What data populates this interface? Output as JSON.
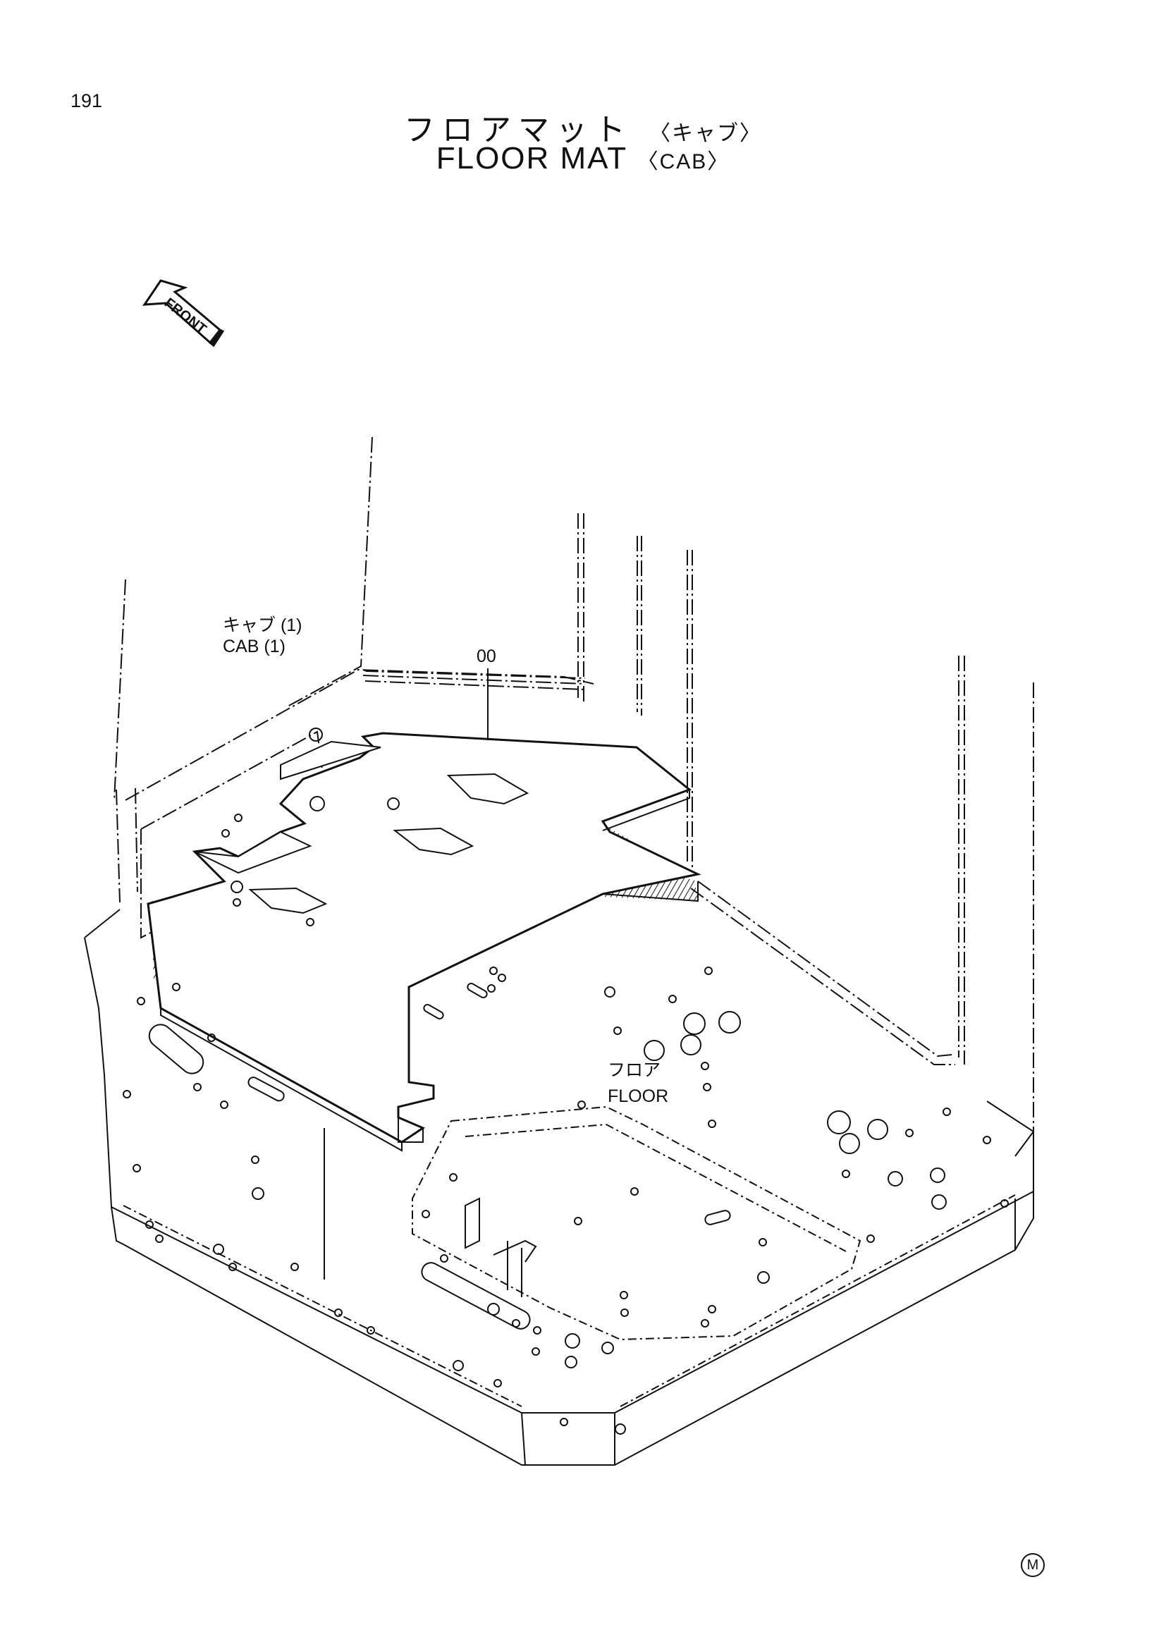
{
  "page_number": "191",
  "title": {
    "jp": "フロアマット",
    "jp_sub": "〈キャブ〉",
    "en": "FLOOR MAT",
    "en_sub": "〈CAB〉"
  },
  "front_arrow": {
    "label": "FRONT"
  },
  "callouts": {
    "cab_jp": "キャブ (1)",
    "cab_en": "CAB (1)",
    "part_number": "00",
    "floor_jp": "フロア",
    "floor_en": "FLOOR"
  },
  "mark": "M",
  "colors": {
    "line": "#111111",
    "background": "#ffffff"
  }
}
